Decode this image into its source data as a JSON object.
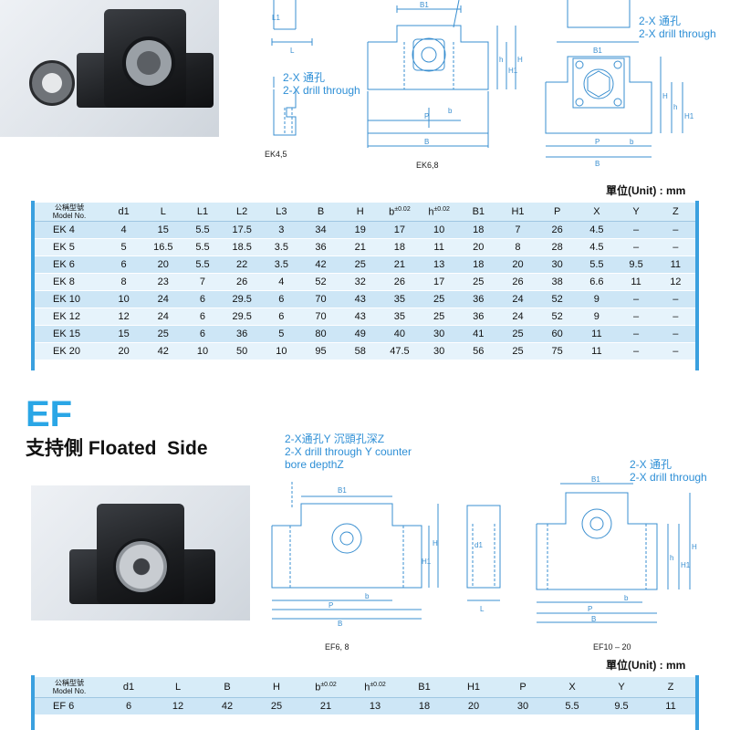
{
  "ek": {
    "drawing_labels": {
      "top_drill_zh": "2-X 通孔",
      "top_drill_en": "2-X drill through",
      "mid_drill_zh": "2-X 通孔",
      "mid_drill_en": "2-X drill through"
    },
    "captions": {
      "ek45": "EK4,5",
      "ek68": "EK6,8"
    },
    "unit": "單位(Unit) : mm",
    "table": {
      "model_header_zh": "公稱型號",
      "model_header_en": "Model No.",
      "columns": [
        "d1",
        "L",
        "L1",
        "L2",
        "L3",
        "B",
        "H",
        "b",
        "h",
        "B1",
        "H1",
        "P",
        "X",
        "Y",
        "Z"
      ],
      "tol_b": "±0.02",
      "tol_h": "±0.02",
      "rows": [
        [
          "EK  4",
          "4",
          "15",
          "5.5",
          "17.5",
          "3",
          "34",
          "19",
          "17",
          "10",
          "18",
          "7",
          "26",
          "4.5",
          "–",
          "–"
        ],
        [
          "EK  5",
          "5",
          "16.5",
          "5.5",
          "18.5",
          "3.5",
          "36",
          "21",
          "18",
          "11",
          "20",
          "8",
          "28",
          "4.5",
          "–",
          "–"
        ],
        [
          "EK  6",
          "6",
          "20",
          "5.5",
          "22",
          "3.5",
          "42",
          "25",
          "21",
          "13",
          "18",
          "20",
          "30",
          "5.5",
          "9.5",
          "11"
        ],
        [
          "EK  8",
          "8",
          "23",
          "7",
          "26",
          "4",
          "52",
          "32",
          "26",
          "17",
          "25",
          "26",
          "38",
          "6.6",
          "11",
          "12"
        ],
        [
          "EK 10",
          "10",
          "24",
          "6",
          "29.5",
          "6",
          "70",
          "43",
          "35",
          "25",
          "36",
          "24",
          "52",
          "9",
          "–",
          "–"
        ],
        [
          "EK 12",
          "12",
          "24",
          "6",
          "29.5",
          "6",
          "70",
          "43",
          "35",
          "25",
          "36",
          "24",
          "52",
          "9",
          "–",
          "–"
        ],
        [
          "EK 15",
          "15",
          "25",
          "6",
          "36",
          "5",
          "80",
          "49",
          "40",
          "30",
          "41",
          "25",
          "60",
          "11",
          "–",
          "–"
        ],
        [
          "EK 20",
          "20",
          "42",
          "10",
          "50",
          "10",
          "95",
          "58",
          "47.5",
          "30",
          "56",
          "25",
          "75",
          "11",
          "–",
          "–"
        ]
      ]
    }
  },
  "ef": {
    "title": "EF",
    "subtitle": "支持側 Floated  Side",
    "drawing_labels": {
      "counter_zh": "2-X通孔Y 沉頭孔深Z",
      "counter_en1": "2-X drill through Y counter",
      "counter_en2": "bore depthZ",
      "drill_zh": "2-X 通孔",
      "drill_en": "2-X drill through"
    },
    "captions": {
      "ef68": "EF6, 8",
      "ef1020": "EF10 – 20"
    },
    "unit": "單位(Unit) : mm",
    "table": {
      "model_header_zh": "公稱型號",
      "model_header_en": "Model No.",
      "columns": [
        "d1",
        "L",
        "B",
        "H",
        "b",
        "h",
        "B1",
        "H1",
        "P",
        "X",
        "Y",
        "Z"
      ],
      "tol_b": "±0.02",
      "tol_h": "±0.02",
      "rows": [
        [
          "EF  6",
          "6",
          "12",
          "42",
          "25",
          "21",
          "13",
          "18",
          "20",
          "30",
          "5.5",
          "9.5",
          "11"
        ]
      ]
    }
  },
  "dims": {
    "B1": "B1",
    "B": "B",
    "P": "P",
    "b": "b",
    "h": "h",
    "H": "H",
    "H1": "H1",
    "L": "L",
    "L1": "L1",
    "L2": "L2",
    "L3": "L3",
    "d1": "d1",
    "X": "X"
  },
  "colors": {
    "accent_blue": "#2e8fd6",
    "header_bg": "#d7ecf8",
    "row_dark": "#cde6f6",
    "row_light": "#e6f3fb",
    "drawing_line": "#3a8fd0"
  }
}
